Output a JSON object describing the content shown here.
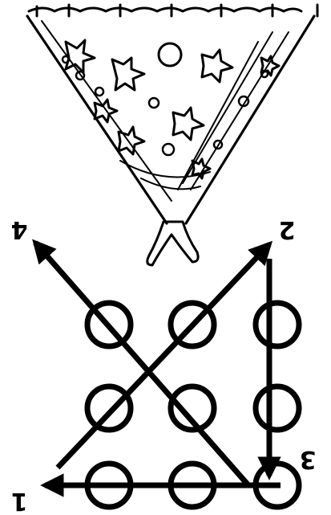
{
  "illustration": {
    "subject": "pouring-cone-of-confetti",
    "orientation": "upside-down"
  },
  "puzzle": {
    "grid": {
      "rows": 3,
      "cols": 3
    },
    "steps": [
      {
        "label": "1"
      },
      {
        "label": "2"
      },
      {
        "label": "3"
      },
      {
        "label": "4"
      }
    ]
  },
  "colors": {
    "ink": "#000000",
    "paper": "#ffffff"
  }
}
